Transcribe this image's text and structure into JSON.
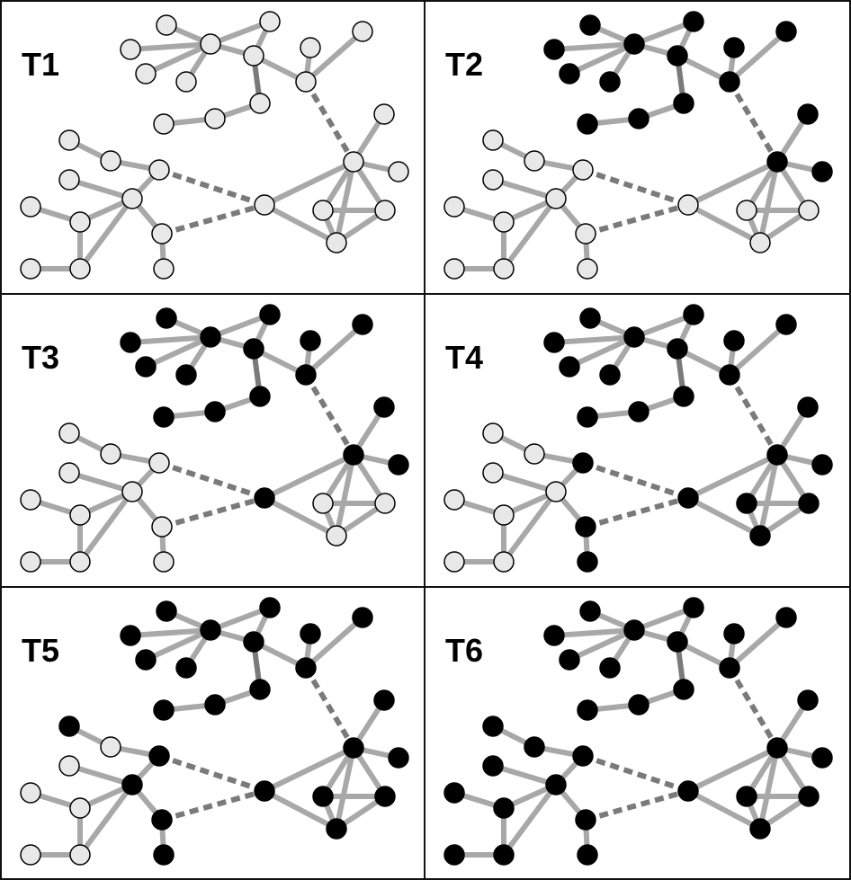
{
  "panels": [
    {
      "label": "T1",
      "active": [],
      "inactive": "all"
    },
    {
      "label": "T2",
      "active": "group_a"
    },
    {
      "label": "T3",
      "active": "group_a_plus_hub"
    },
    {
      "label": "T4",
      "active": "group_a_plus_right"
    },
    {
      "label": "T5",
      "active": "group_a_plus_right_plus_bridge"
    },
    {
      "label": "T6",
      "active": "all_except_none"
    }
  ],
  "graph": {
    "nodes": [
      "n1",
      "n2",
      "n3",
      "n4",
      "n5",
      "n6",
      "n7",
      "n8",
      "n9",
      "n10",
      "n11",
      "n12",
      "n13",
      "n14",
      "n15",
      "n16",
      "n17",
      "n18",
      "n19",
      "n20",
      "n21",
      "n22",
      "n23",
      "n24",
      "n25",
      "n26",
      "n27",
      "n28",
      "n29",
      "n30",
      "n31"
    ],
    "active_sets": {
      "T1": [],
      "T2": [
        "n1",
        "n2",
        "n3",
        "n4",
        "n5",
        "n6",
        "n7",
        "n8",
        "n9",
        "n10",
        "n11",
        "n12",
        "n13",
        "n14",
        "n15",
        "n16"
      ],
      "T3": [
        "n1",
        "n2",
        "n3",
        "n4",
        "n5",
        "n6",
        "n7",
        "n8",
        "n9",
        "n10",
        "n11",
        "n12",
        "n13",
        "n14",
        "n15",
        "n16",
        "n17"
      ],
      "T4": [
        "n1",
        "n2",
        "n3",
        "n4",
        "n5",
        "n6",
        "n7",
        "n8",
        "n9",
        "n10",
        "n11",
        "n12",
        "n13",
        "n14",
        "n15",
        "n16",
        "n17",
        "n18",
        "n19",
        "n20",
        "n21",
        "n22",
        "n23"
      ],
      "T5": [
        "n1",
        "n2",
        "n3",
        "n4",
        "n5",
        "n6",
        "n7",
        "n8",
        "n9",
        "n10",
        "n11",
        "n12",
        "n13",
        "n14",
        "n15",
        "n16",
        "n17",
        "n18",
        "n19",
        "n20",
        "n21",
        "n22",
        "n23",
        "n24",
        "n25"
      ],
      "T6": [
        "n1",
        "n2",
        "n3",
        "n4",
        "n5",
        "n6",
        "n7",
        "n8",
        "n9",
        "n10",
        "n11",
        "n12",
        "n13",
        "n14",
        "n15",
        "n16",
        "n17",
        "n18",
        "n19",
        "n20",
        "n21",
        "n22",
        "n23",
        "n24",
        "n25",
        "n26",
        "n27",
        "n28",
        "n29",
        "n30",
        "n31"
      ]
    }
  },
  "colors": {
    "active_node": "#000000",
    "inactive_node": "#e8e8e8",
    "node_stroke": "#000000",
    "edge_light": "#a8a8a8",
    "edge_dark": "#7a7a7a",
    "edge_dashed": "#7a7a7a"
  }
}
